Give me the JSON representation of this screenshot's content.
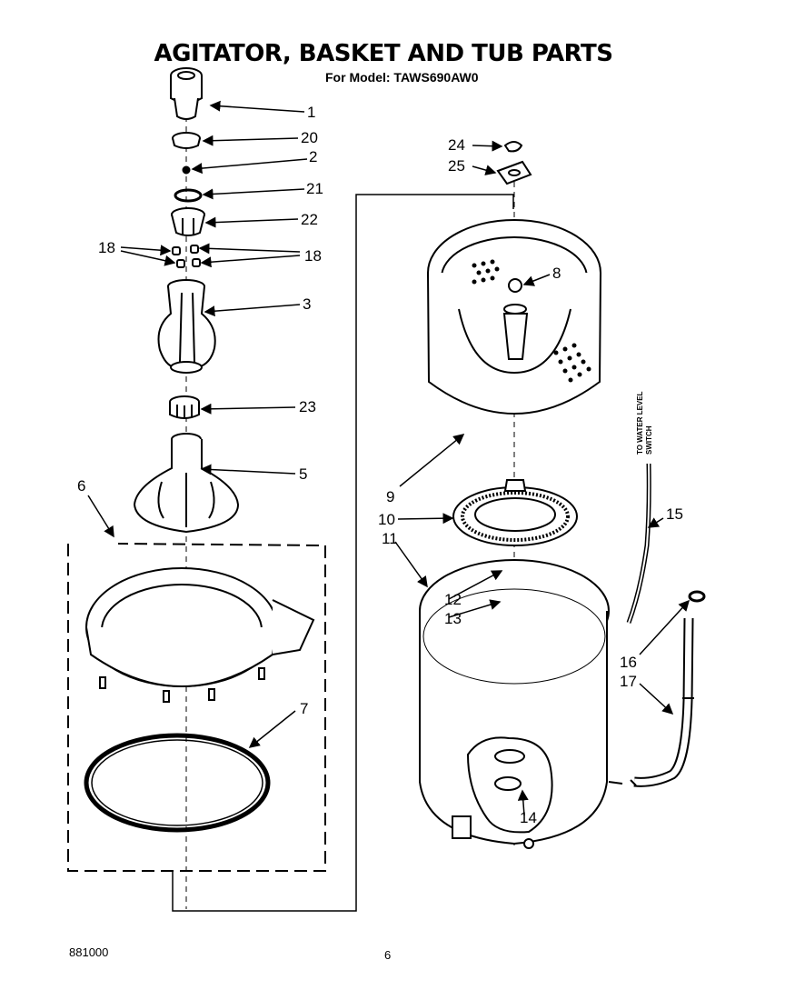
{
  "title": "AGITATOR, BASKET AND TUB PARTS",
  "subtitle": "For Model: TAWS690AW0",
  "note": [
    "TO WATER LEVEL",
    "SWITCH"
  ],
  "footer": {
    "code": "881000",
    "page": "6"
  },
  "callouts": {
    "c1": "1",
    "c20": "20",
    "c2": "2",
    "c21": "21",
    "c22": "22",
    "c18a": "18",
    "c18b": "18",
    "c3": "3",
    "c23": "23",
    "c5": "5",
    "c6": "6",
    "c7": "7",
    "c24": "24",
    "c25": "25",
    "c8": "8",
    "c9": "9",
    "c10": "10",
    "c11": "11",
    "c12": "12",
    "c13": "13",
    "c14": "14",
    "c15": "15",
    "c16": "16",
    "c17": "17"
  }
}
